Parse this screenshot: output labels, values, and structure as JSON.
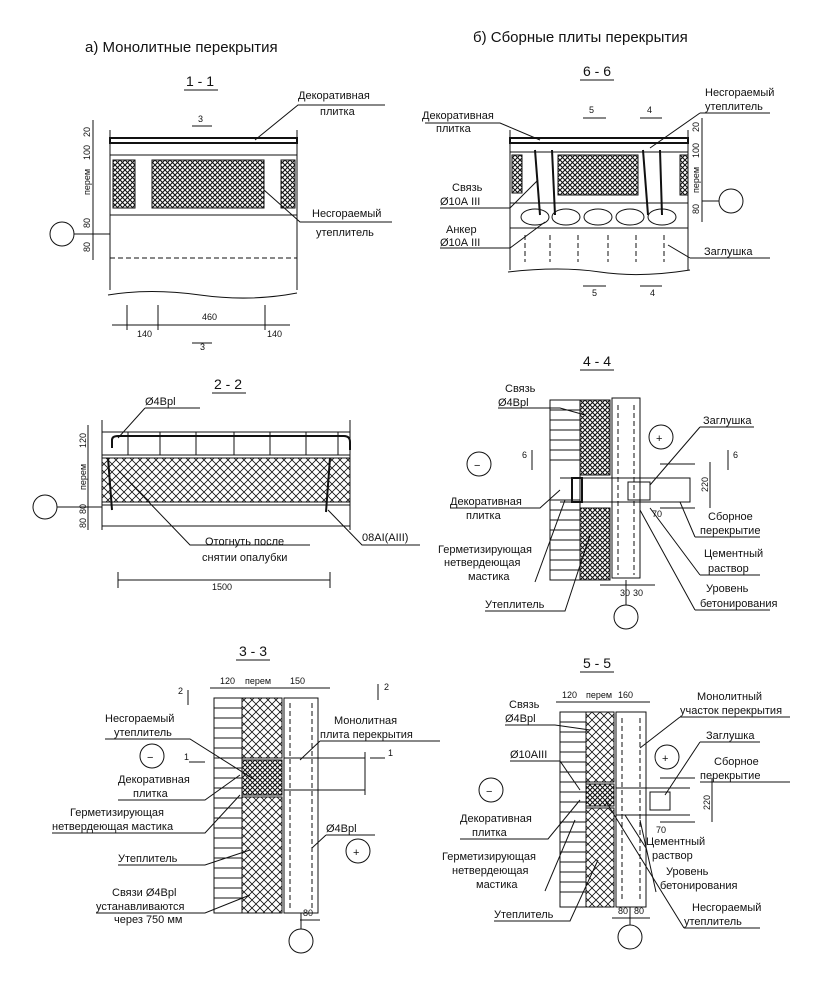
{
  "titles": {
    "monolithic": "а) Монолитные перекрытия",
    "precast": "б) Сборные плиты перекрытия"
  },
  "sections": {
    "s11": "1 - 1",
    "s66": "6 - 6",
    "s22": "2 - 2",
    "s44": "4 - 4",
    "s33": "3 - 3",
    "s55": "5 - 5"
  },
  "labels": {
    "decor_tile": "Декоративная",
    "decor_tile2": "плитка",
    "fireproof": "Несгораемый",
    "fireproof2": "утеплитель",
    "tie": "Связь",
    "tie_10": "Ø10А III",
    "anchor": "Анкер",
    "anchor_10": "Ø10А III",
    "plug": "Заглушка",
    "tie_4": "Ø4Bpl",
    "bend": "Отогнуть после",
    "bend2": "снятии опалубки",
    "rebar8": "08AI(AIII)",
    "rebar4": "Ø4Bpl",
    "precast_slab": "Сборное",
    "precast_slab2": "перекрытие",
    "cement": "Цементный",
    "cement2": "раствор",
    "level": "Уровень",
    "level2": "бетонирования",
    "sealant": "Герметизирующая",
    "sealant2": "нетвердеющая",
    "sealant3": "мастика",
    "sealant_full2": "нетвердеющая мастика",
    "insulation": "Утеплитель",
    "mono_slab": "Монолитная",
    "mono_slab2": "плита перекрытия",
    "ties_install": "Связи Ø4Bpl",
    "ties_install2": "устанавливаются",
    "ties_install3": "через 750 мм",
    "mono_part": "Монолитный",
    "mono_part2": "участок перекрытия",
    "rebar10": "Ø10АIII"
  },
  "dims": {
    "d20": "20",
    "d100": "100",
    "d80": "80",
    "perem": "перем",
    "d140": "140",
    "d460": "460",
    "d120": "120",
    "d1500": "1500",
    "d220": "220",
    "d70": "70",
    "d30": "30",
    "d150": "150",
    "d160": "160",
    "cut3": "3",
    "cut4": "4",
    "cut5": "5",
    "cut6": "6",
    "cut1": "1",
    "cut2": "2"
  },
  "signs": {
    "minus": "−",
    "plus": "+"
  }
}
